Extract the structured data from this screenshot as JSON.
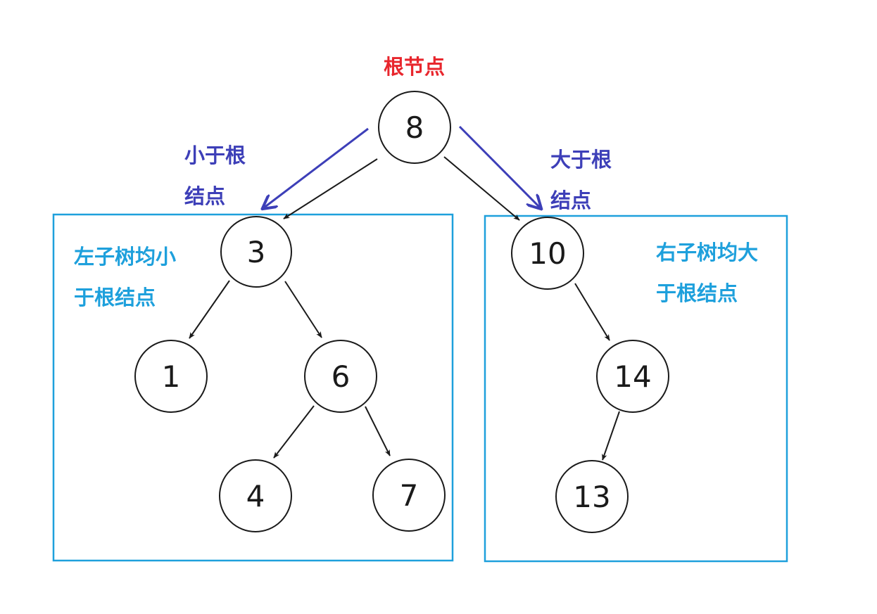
{
  "colors": {
    "root_label": "#e8262d",
    "annotation_arrows": "#3d3fb8",
    "subtree_boxes": "#1ea0dc",
    "edges": "#1a1a1a",
    "nodes": "#1a1a1a"
  },
  "labels": {
    "root": "根节点",
    "less_than_root": [
      "小于根",
      "结点"
    ],
    "greater_than_root": [
      "大于根",
      "结点"
    ],
    "left_subtree": [
      "左子树均小",
      "于根结点"
    ],
    "right_subtree": [
      "右子树均大",
      "于根结点"
    ]
  },
  "tree": {
    "nodes": [
      {
        "id": "n8",
        "value": "8"
      },
      {
        "id": "n3",
        "value": "3"
      },
      {
        "id": "n10",
        "value": "10"
      },
      {
        "id": "n1",
        "value": "1"
      },
      {
        "id": "n6",
        "value": "6"
      },
      {
        "id": "n14",
        "value": "14"
      },
      {
        "id": "n4",
        "value": "4"
      },
      {
        "id": "n7",
        "value": "7"
      },
      {
        "id": "n13",
        "value": "13"
      }
    ],
    "edges": [
      {
        "from": "n8",
        "to": "n3"
      },
      {
        "from": "n8",
        "to": "n10"
      },
      {
        "from": "n3",
        "to": "n1"
      },
      {
        "from": "n3",
        "to": "n6"
      },
      {
        "from": "n6",
        "to": "n4"
      },
      {
        "from": "n6",
        "to": "n7"
      },
      {
        "from": "n10",
        "to": "n14"
      },
      {
        "from": "n14",
        "to": "n13"
      }
    ]
  }
}
